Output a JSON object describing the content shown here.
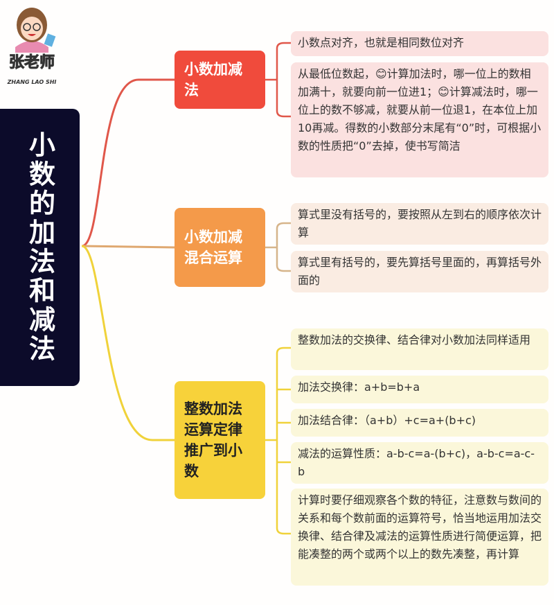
{
  "logo": {
    "name": "张老师",
    "subtitle": "ZHANG LAO SHI"
  },
  "root": {
    "title": "小数的加法和减法"
  },
  "colors": {
    "root": "#0c0b2a",
    "red": "#f04b3c",
    "orange": "#f49a4a",
    "yellow": "#f7d23a",
    "red_leaf": "#fbe1e0",
    "orange_leaf": "#faece2",
    "yellow_leaf": "#fbf7da"
  },
  "branches": [
    {
      "label": "小数加减法",
      "leaves": [
        "小数点对齐，也就是相同数位对齐",
        "从最低位数起，😊计算加法时，哪一位上的数相加满十，就要向前一位进1；😊计算减法时，哪一位上的数不够减，就要从前一位退1，在本位上加10再减。得数的小数部分末尾有“0”时，可根据小数的性质把“0”去掉，使书写简洁"
      ]
    },
    {
      "label": "小数加减混合运算",
      "leaves": [
        "算式里没有括号的，要按照从左到右的顺序依次计算",
        "算式里有括号的，要先算括号里面的，再算括号外面的"
      ]
    },
    {
      "label": "整数加法运算定律推广到小数",
      "leaves": [
        "整数加法的交换律、结合律对小数加法同样适用",
        "加法交换律：a+b=b+a",
        "加法结合律：（a+b）+c=a+(b+c)",
        "减法的运算性质：a-b-c=a-(b+c)，a-b-c=a-c-b",
        "计算时要仔细观察各个数的特征，注意数与数间的关系和每个数前面的运算符号，恰当地运用加法交换律、结合律及减法的运算性质进行简便运算，把能凑整的两个或两个以上的数先凑整，再计算"
      ]
    }
  ]
}
